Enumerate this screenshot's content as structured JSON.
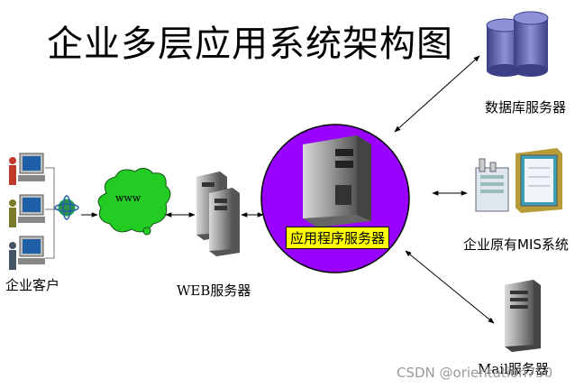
{
  "title": "企业多层应用系统架构图",
  "nodes": {
    "clients": "企业客户",
    "internet": "www",
    "web_server": "WEB服务器",
    "app_server": "应用程序服务器",
    "db_server": "数据库服务器",
    "mis": "企业原有MIS系统",
    "mail_server": "Mail服务器"
  },
  "watermark": "CSDN @orientation750",
  "colors": {
    "app_circle": "#9900ff",
    "cloud": "#22cc22",
    "label_box": "#ffff00",
    "db": "#6a6fb8"
  }
}
